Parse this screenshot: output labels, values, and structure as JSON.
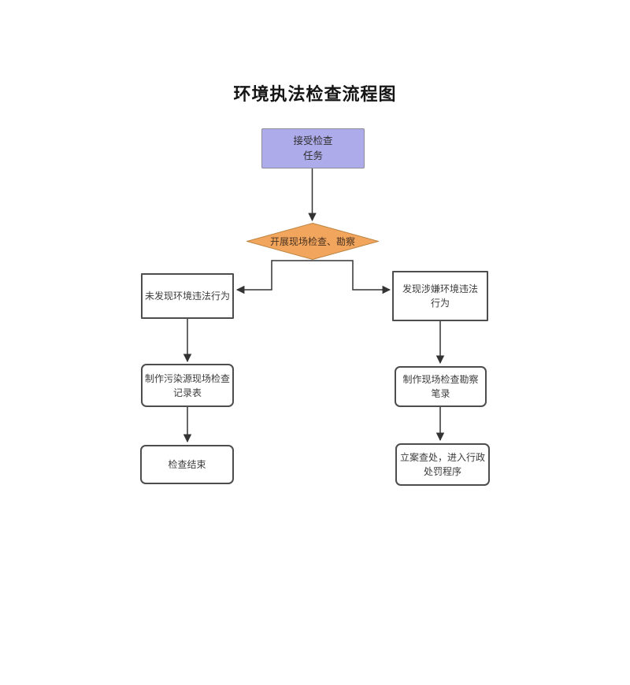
{
  "title": "环境执法检查流程图",
  "colors": {
    "start_fill": "#aeabea",
    "start_border": "#8e8e99",
    "decision_fill": "#f2a55c",
    "decision_border": "#bd8340",
    "box_border": "#4d4d4d",
    "line": "#333333",
    "background": "#ffffff"
  },
  "nodes": {
    "start": {
      "label": "接受检查\n任务"
    },
    "decision": {
      "label": "开展现场检查、勘察"
    },
    "no_violation": {
      "label": "未发现环境违法行为"
    },
    "make_record_form": {
      "label": "制作污染源现场检查\n记录表"
    },
    "inspection_end": {
      "label": "检查结束"
    },
    "found_violation": {
      "label": "发现涉嫌环境违法\n行为"
    },
    "make_survey_notes": {
      "label": "制作现场检查勘察\n笔录"
    },
    "file_case": {
      "label": "立案查处，进入行政\n处罚程序"
    }
  }
}
